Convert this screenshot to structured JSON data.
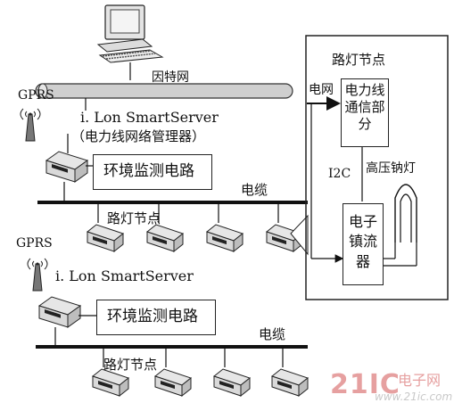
{
  "labels": {
    "internet": "因特网",
    "gprs": "GPRS",
    "smartserver": "i. Lon SmartServer",
    "plc_manager": "（电力线网络管理器）",
    "cable": "电缆",
    "streetlight_node": "路灯节点",
    "power_grid": "电网",
    "i2c": "I2C",
    "hps_lamp": "高压钠灯"
  },
  "boxes": {
    "env_monitor": "环境监测电路",
    "plc_comm": "电力线\n通信部\n分",
    "ballast": "电子\n镇流\n器"
  },
  "node_panel_title": "路灯节点",
  "watermark": {
    "brand": "21IC",
    "cn": "电子网",
    "url": "www.21ic.com"
  },
  "colors": {
    "line": "#111111",
    "pipe": "#cfcfcf",
    "watermark": "#e6a0a0"
  }
}
